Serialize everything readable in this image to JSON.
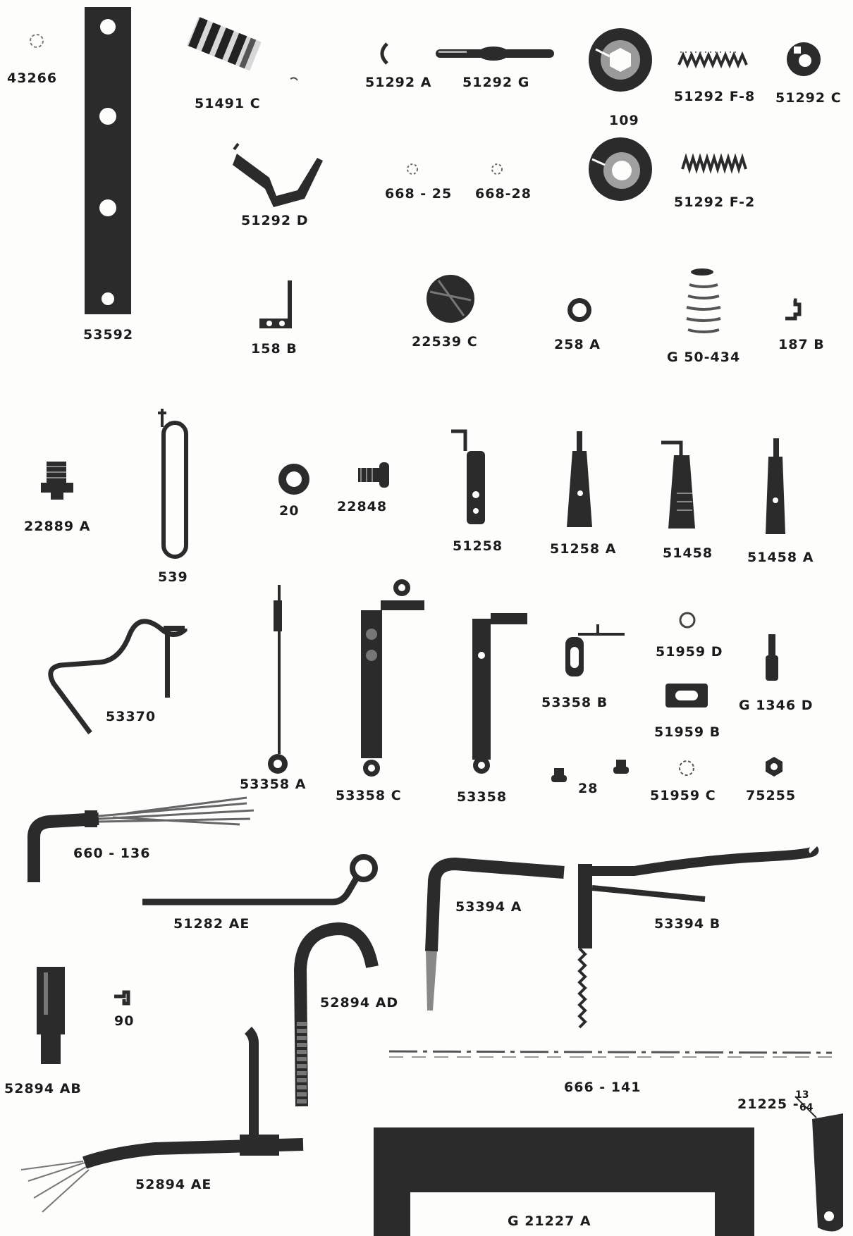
{
  "labels": {
    "p43266": "43266",
    "p53592": "53592",
    "p51491c": "51491 C",
    "p51292a": "51292 A",
    "p51292g": "51292 G",
    "p109": "109",
    "p51292f8": "51292 F-8",
    "p51292c": "51292 C",
    "p51292d": "51292 D",
    "p668_25": "668 - 25",
    "p668_28": "668-28",
    "p51292f2": "51292 F-2",
    "p158b": "158 B",
    "p22539c": "22539 C",
    "p258a": "258 A",
    "pg50_434": "G 50-434",
    "p187b": "187 B",
    "p22889a": "22889 A",
    "p539": "539",
    "p20": "20",
    "p22848": "22848",
    "p51258": "51258",
    "p51258a": "51258 A",
    "p51458": "51458",
    "p51458a": "51458 A",
    "p53370": "53370",
    "p53358a": "53358 A",
    "p53358c": "53358 C",
    "p53358": "53358",
    "p53358b": "53358 B",
    "p51959d": "51959 D",
    "p51959b": "51959 B",
    "pg1346d": "G 1346 D",
    "p28": "28",
    "p51959c": "51959 C",
    "p75255": "75255",
    "p660_136": "660 - 136",
    "p51282ae": "51282 AE",
    "p53394a": "53394 A",
    "p53394b": "53394 B",
    "p52894ad": "52894 AD",
    "p90": "90",
    "p52894ab": "52894 AB",
    "p666_141": "666 - 141",
    "p21225": "21225 -",
    "p21225_num": "13",
    "p21225_den": "64",
    "p52894ae": "52894 AE",
    "pg21227a": "G 21227 A"
  },
  "colors": {
    "ink": "#1b1b1b",
    "part": "#2b2b2b",
    "paper": "#fdfdfc"
  }
}
